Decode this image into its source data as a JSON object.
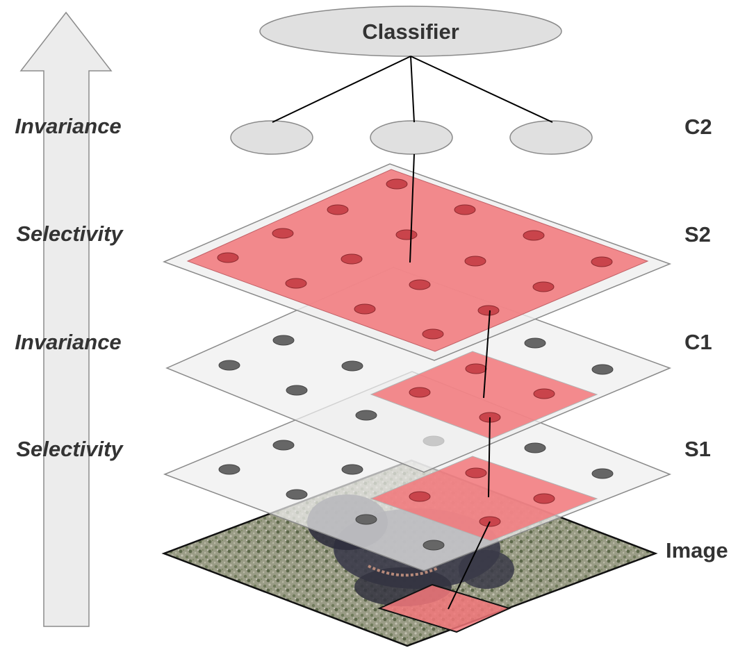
{
  "diagram": {
    "classifier_label": "Classifier",
    "side_labels": [
      "Invariance",
      "Selectivity",
      "Invariance",
      "Selectivity"
    ],
    "layer_labels": [
      "C2",
      "S2",
      "C1",
      "S1",
      "Image"
    ]
  },
  "colors": {
    "arrow_fill": "#ececec",
    "arrow_stroke": "#8c8c8c",
    "layer_fill": "#efefef",
    "highlight_red": "#f2777a",
    "unit_gray": "#666666",
    "unit_red": "#c9444b",
    "ellipse_fill": "#e0e0e0",
    "text": "#333333"
  }
}
